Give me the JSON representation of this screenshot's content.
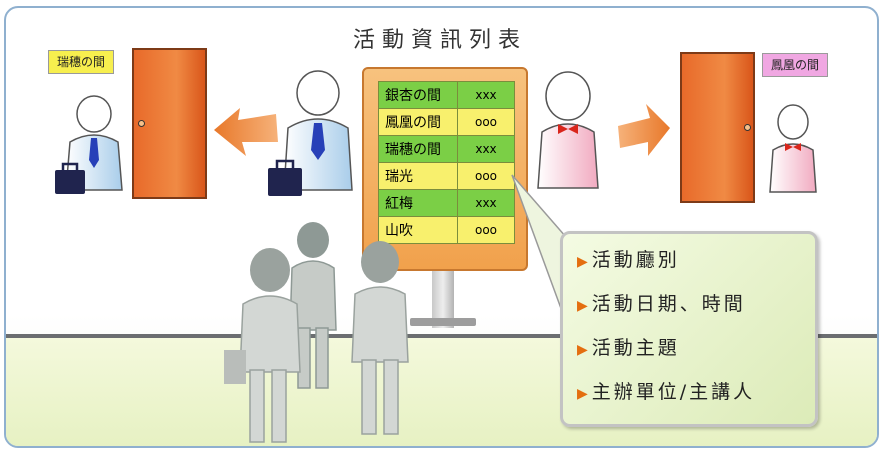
{
  "title": "活動資訊列表",
  "room_tags": {
    "left": "瑞穗の間",
    "right": "鳳凰の間"
  },
  "board": {
    "rows": [
      {
        "name": "銀杏の間",
        "value": "xxx"
      },
      {
        "name": "鳳凰の間",
        "value": "ooo"
      },
      {
        "name": "瑞穗の間",
        "value": "xxx"
      },
      {
        "name": "瑞光",
        "value": "ooo"
      },
      {
        "name": "紅梅",
        "value": "xxx"
      },
      {
        "name": "山吹",
        "value": "ooo"
      }
    ]
  },
  "callout": {
    "items": [
      "活動廳別",
      "活動日期、時間",
      "活動主題",
      "主辦單位/主講人"
    ]
  },
  "colors": {
    "door": "#e86a2a",
    "arrow": "#e87a2c",
    "board": "#f1a14c",
    "row_green": "#7bcf46",
    "row_yellow": "#f8f06d",
    "tag_left": "#f7ef4e",
    "tag_right": "#f0a7e2",
    "tie_blue": "#2740b8",
    "bow_red": "#d9261c"
  },
  "icons": [
    "businessman-icon",
    "briefcase-icon",
    "woman-bowtie-icon",
    "door-icon",
    "arrow-left-icon",
    "arrow-right-icon",
    "visitor-silhouette-icon",
    "triangle-bullet-icon"
  ]
}
